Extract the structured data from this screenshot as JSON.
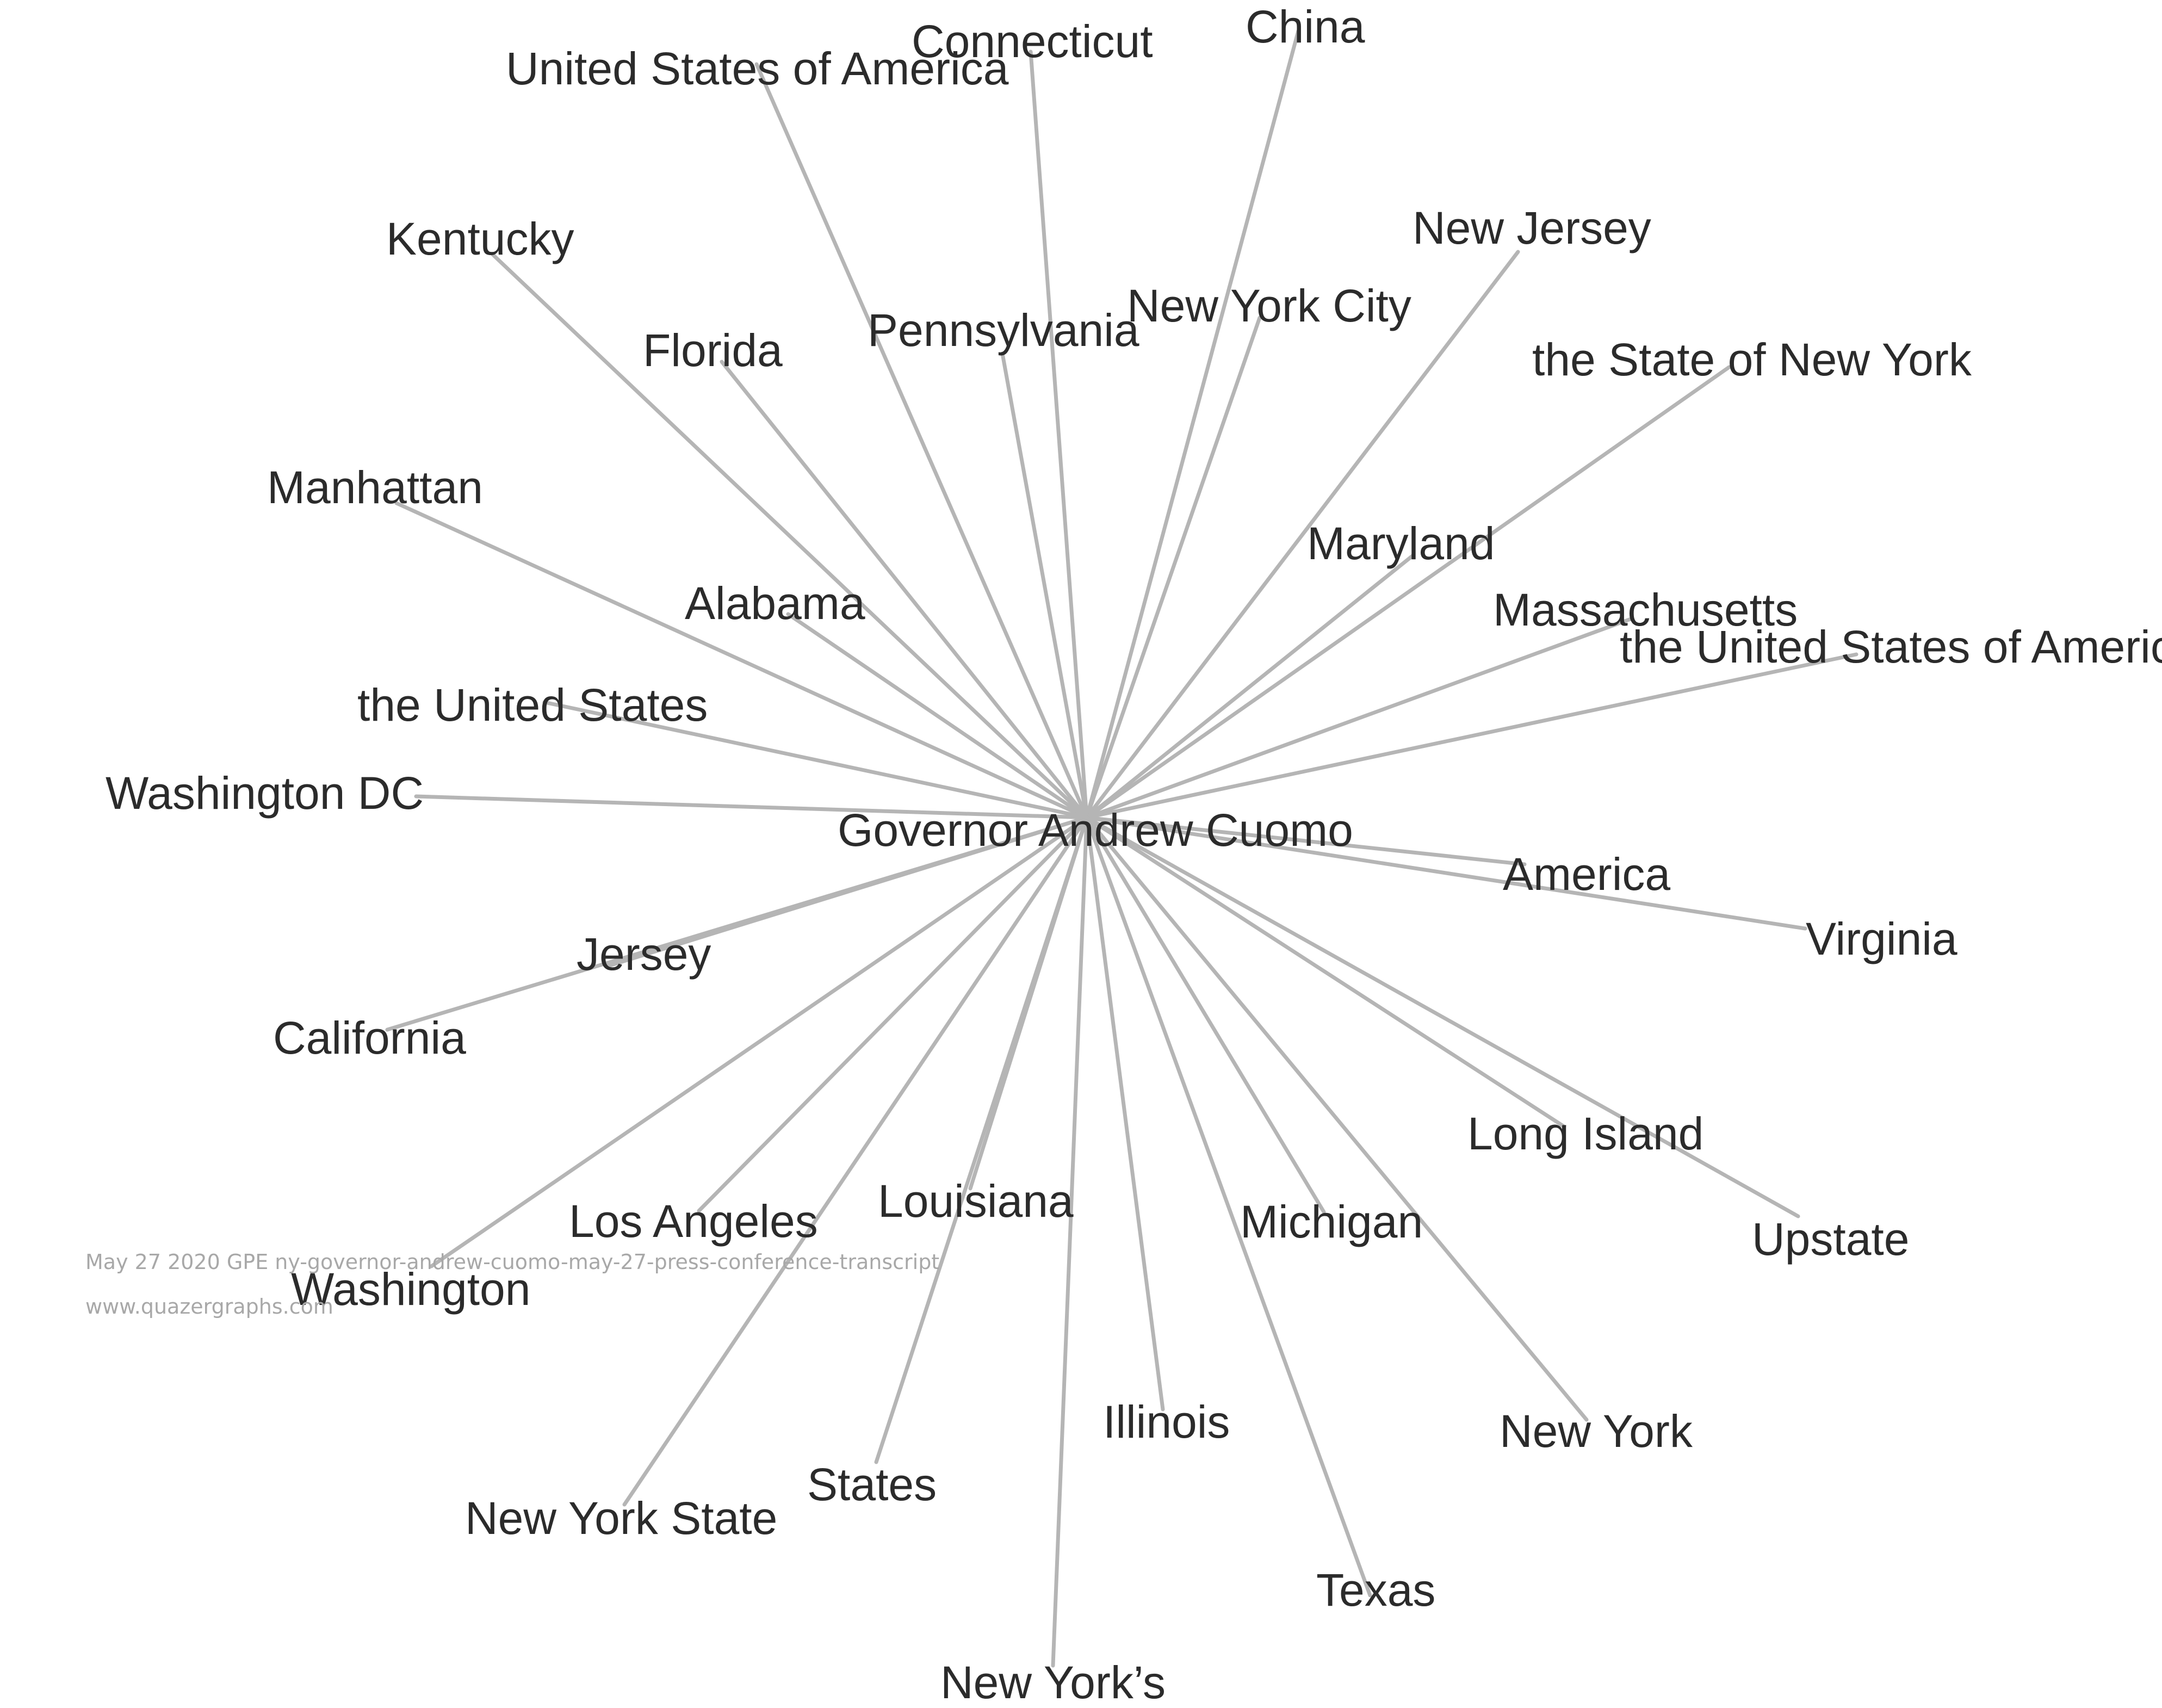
{
  "graph": {
    "center": "Governor Andrew Cuomo",
    "nodes": [
      "United States of America",
      "Connecticut",
      "China",
      "New Jersey",
      "Kentucky",
      "Florida",
      "Pennsylvania",
      "New York City",
      "the State of New York",
      "Manhattan",
      "Maryland",
      "Alabama",
      "Massachusetts",
      "the United States of America",
      "the United States",
      "Washington DC",
      "America",
      "Virginia",
      "Jersey",
      "California",
      "Long Island",
      "Louisiana",
      "Los Angeles",
      "Michigan",
      "Upstate",
      "Washington",
      "Illinois",
      "New York",
      "States",
      "New York State",
      "Texas",
      "New York’s"
    ],
    "edge_color": "#b5b5b5",
    "label_color": "#2b2b2b"
  },
  "footer": {
    "source": "May 27 2020 GPE ny-governor-andrew-cuomo-may-27-press-conference-transcript",
    "site": "www.quazergraphs.com"
  }
}
